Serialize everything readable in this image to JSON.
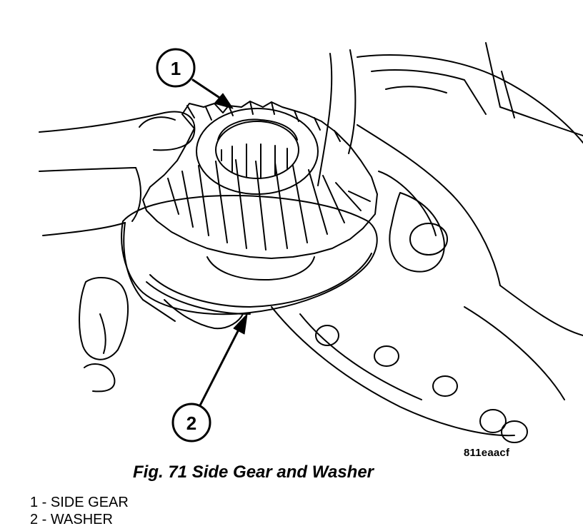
{
  "figure": {
    "id_code": "811eaacf",
    "caption": "Fig. 71 Side Gear and Washer"
  },
  "callouts": [
    {
      "number": "1"
    },
    {
      "number": "2"
    }
  ],
  "legend": [
    {
      "text": "1 - SIDE GEAR"
    },
    {
      "text": "2 - WASHER"
    }
  ]
}
